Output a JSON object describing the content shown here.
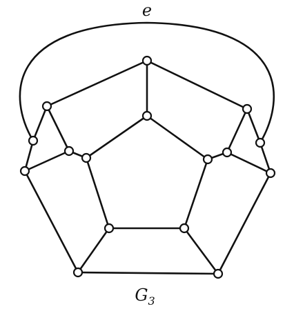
{
  "diagram": {
    "edge_label": "e",
    "graph_name_base": "G",
    "graph_name_subscript": "3"
  },
  "graph": {
    "vertices": [
      "top",
      "left-upper",
      "right-upper",
      "left-mid",
      "right-mid",
      "left-inner",
      "right-inner",
      "left-outer",
      "right-outer",
      "inner-top",
      "inner-left",
      "inner-right",
      "bottom-left",
      "bottom-right",
      "base-left",
      "base-right"
    ],
    "edges": [
      [
        "top",
        "left-upper"
      ],
      [
        "top",
        "right-upper"
      ],
      [
        "top",
        "inner-top"
      ],
      [
        "left-upper",
        "left-mid"
      ],
      [
        "left-upper",
        "left-inner"
      ],
      [
        "right-upper",
        "right-mid"
      ],
      [
        "right-upper",
        "right-inner"
      ],
      [
        "left-mid",
        "left-outer"
      ],
      [
        "right-mid",
        "right-outer"
      ],
      [
        "left-outer",
        "left-inner"
      ],
      [
        "right-outer",
        "right-inner"
      ],
      [
        "left-outer",
        "base-left"
      ],
      [
        "right-outer",
        "base-right"
      ],
      [
        "left-inner",
        "inner-left"
      ],
      [
        "right-inner",
        "inner-right"
      ],
      [
        "inner-top",
        "inner-left"
      ],
      [
        "inner-top",
        "inner-right"
      ],
      [
        "inner-left",
        "bottom-left"
      ],
      [
        "inner-right",
        "bottom-right"
      ],
      [
        "bottom-left",
        "bottom-right"
      ],
      [
        "bottom-left",
        "base-left"
      ],
      [
        "bottom-right",
        "base-right"
      ],
      [
        "base-left",
        "base-right"
      ],
      [
        "left-mid",
        "right-mid"
      ]
    ],
    "curved_edge": [
      "left-mid",
      "right-mid"
    ]
  },
  "colors": {
    "stroke": "#111111",
    "vertex_fill": "#ffffff",
    "background": "#ffffff"
  }
}
